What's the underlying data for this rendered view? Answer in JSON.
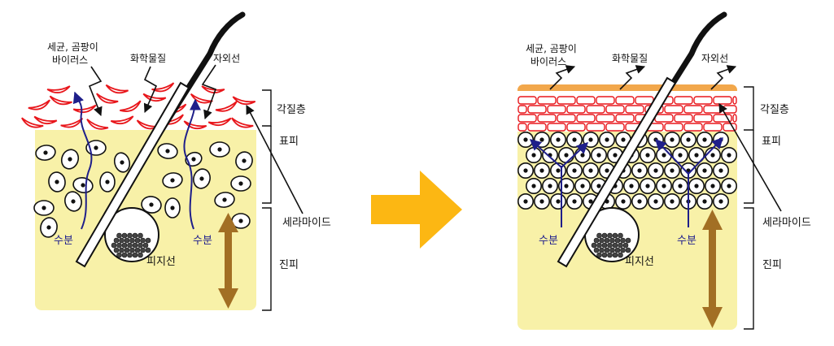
{
  "colors": {
    "skin": "#f8f1a8",
    "cell_fill": "#ffffff",
    "cell_stroke": "#111111",
    "corneum_red": "#e8161b",
    "oil_layer": "#f2a74b",
    "moisture_arrow": "#1f1f8a",
    "dermis_arrow": "#a26f24",
    "transition_arrow": "#fcb713",
    "hair": "#111111"
  },
  "icons": {
    "transition": "arrow-right-icon",
    "dermis": "double-arrow-icon"
  },
  "left_panel": {
    "label_microbes_line1": "세균, 곰팡이",
    "label_microbes_line2": "바이러스",
    "label_chemicals": "화학물질",
    "label_uv": "자외선",
    "label_moisture_a": "수분",
    "label_moisture_b": "수분",
    "label_sebaceous": "피지선",
    "label_stratum_corneum": "각질층",
    "label_epidermis": "표피",
    "label_ceramide": "세라마이드",
    "label_dermis": "진피"
  },
  "right_panel": {
    "label_microbes_line1": "세균, 곰팡이",
    "label_microbes_line2": "바이러스",
    "label_chemicals": "화학물질",
    "label_uv": "자외선",
    "label_moisture_a": "수분",
    "label_moisture_b": "수분",
    "label_sebaceous": "피지선",
    "label_stratum_corneum": "각질층",
    "label_epidermis": "표피",
    "label_ceramide": "세라마이드",
    "label_dermis": "진피"
  }
}
